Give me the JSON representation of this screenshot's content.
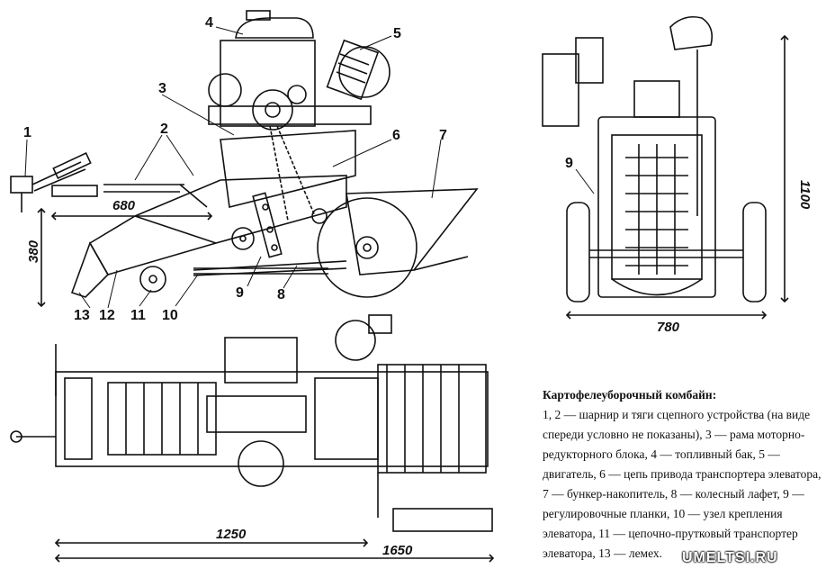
{
  "labels": {
    "n1": "1",
    "n2": "2",
    "n3": "3",
    "n4": "4",
    "n5": "5",
    "n6": "6",
    "n7": "7",
    "n8": "8",
    "n9": "9",
    "n10": "10",
    "n11": "11",
    "n12": "12",
    "n13": "13",
    "n9_front": "9"
  },
  "dimensions": {
    "d680": "680",
    "d380": "380",
    "d1100": "1100",
    "d780": "780",
    "d1250": "1250",
    "d1650": "1650"
  },
  "caption": {
    "title": "Картофелеуборочный комбайн:",
    "body": "1, 2 — шарнир и тяги сцепного устройства (на виде спереди условно не показаны), 3 — рама моторно-редукторного блока, 4 — топливный бак, 5 — двигатель, 6 — цепь привода транспортера элеватора, 7 — бункер-накопитель, 8 — колесный лафет, 9 — регулировочные планки, 10 — узел крепления элеватора, 11 — цепочно-прутковый транспортер элеватора, 13 — лемех."
  },
  "watermark": "UMELTSI.RU"
}
